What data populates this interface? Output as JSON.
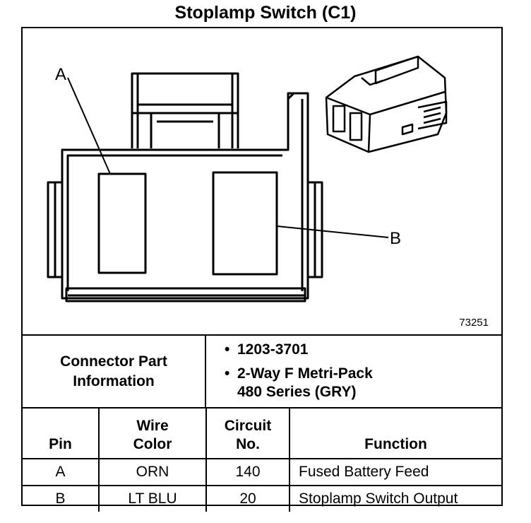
{
  "title": "Stoplamp Switch (C1)",
  "diagram": {
    "callouts": {
      "a": "A",
      "b": "B"
    },
    "image_id": "73251"
  },
  "connector_info": {
    "label_line1": "Connector Part",
    "label_line2": "Information",
    "items": [
      {
        "line1": "1203-3701",
        "line2": ""
      },
      {
        "line1": "2-Way F Metri-Pack",
        "line2": "480 Series (GRY)"
      }
    ]
  },
  "pin_table": {
    "headers": {
      "pin": "Pin",
      "wire_line1": "Wire",
      "wire_line2": "Color",
      "circuit_line1": "Circuit",
      "circuit_line2": "No.",
      "function": "Function"
    },
    "rows": [
      {
        "pin": "A",
        "wire_color": "ORN",
        "circuit": "140",
        "function": "Fused Battery Feed"
      },
      {
        "pin": "B",
        "wire_color": "LT BLU",
        "circuit": "20",
        "function": "Stoplamp Switch Output"
      }
    ]
  }
}
